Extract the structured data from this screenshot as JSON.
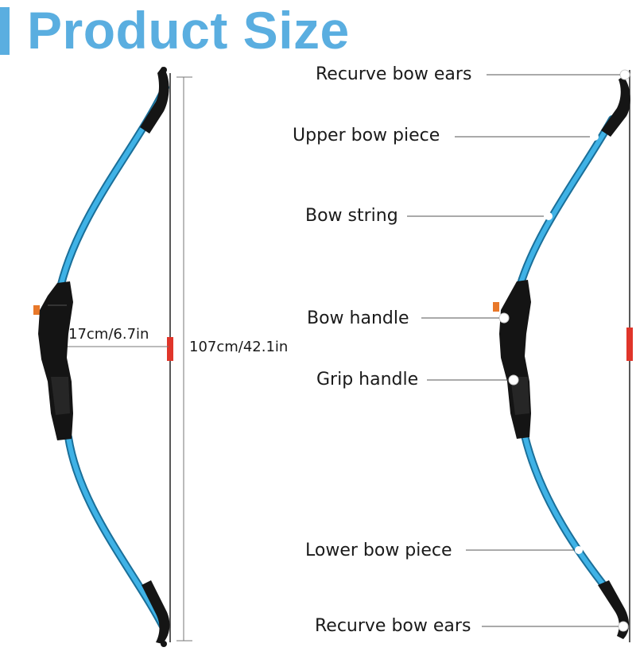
{
  "title": "Product Size",
  "colors": {
    "accent": "#5aaee0",
    "limb": "#2e9fd3",
    "handle": "#1b1b1b",
    "string": "#222222",
    "nock": "#e0352a"
  },
  "dimensions": {
    "depth": "17cm/6.7in",
    "length": "107cm/42.1in"
  },
  "parts": {
    "recurve_top": "Recurve bow ears",
    "upper_limb": "Upper bow piece",
    "string": "Bow string",
    "handle": "Bow handle",
    "grip": "Grip handle",
    "lower_limb": "Lower bow piece",
    "recurve_bottom": "Recurve bow ears"
  }
}
